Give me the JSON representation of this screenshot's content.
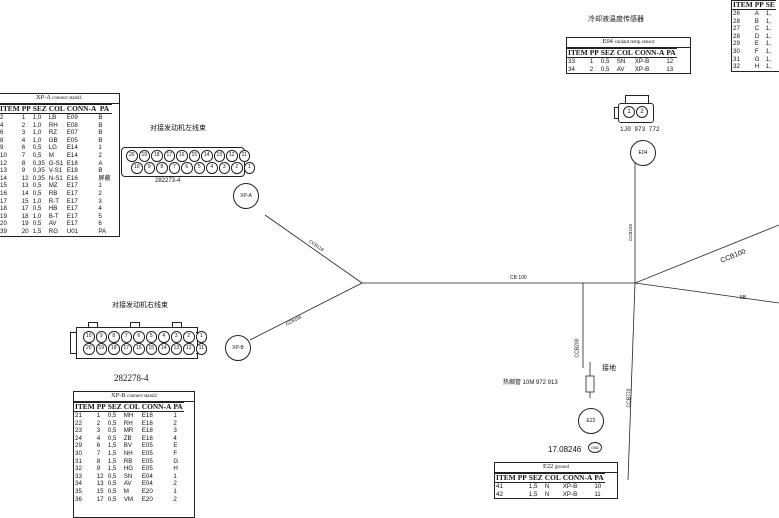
{
  "labels": {
    "coolant_title": "冷却液温度传感器",
    "left_harness": "对接发动机左线束",
    "right_harness": "对接发动机右线束",
    "ground": "接地",
    "part_top": "282273-4",
    "part_bottom": "282278-4",
    "cable_part": "热缩管 10M 972 913",
    "doc_id": "17.08246",
    "sensor_part": "1J0 973 772",
    "xpa_circle": "XP-A",
    "xpb_circle": "XP-B",
    "e04_circle": "E04",
    "e22_circle": "E22",
    "wire_cc100": "CCB100",
    "wire_cb100": "CB 100",
    "wire_5b": "5B",
    "wire_cc200": "CCB200",
    "wire_cc770": "CCB770",
    "wire_e04": "CCB103",
    "wire_xpa": "CCB118",
    "wire_xpb": "CCB108",
    "gnd_icon": "GND"
  },
  "pin_numbers_top": {
    "row1": [
      "20",
      "19",
      "18",
      "17",
      "16",
      "15",
      "14",
      "13",
      "12",
      "11"
    ],
    "row2": [
      "10",
      "9",
      "8",
      "7",
      "6",
      "5",
      "4",
      "3",
      "2",
      "1"
    ]
  },
  "pin_numbers_bottom": {
    "row1": [
      "10",
      "9",
      "8",
      "7",
      "6",
      "5",
      "4",
      "3",
      "2",
      "1"
    ],
    "row2": [
      "20",
      "19",
      "18",
      "17",
      "16",
      "15",
      "14",
      "13",
      "12",
      "11"
    ]
  },
  "sensor_pins": [
    "1",
    "2"
  ],
  "xpa_table": {
    "caption": "XP-A",
    "subcaption": "connect stand1",
    "headers": [
      "ITEM",
      "PP",
      "SEZ",
      "COL",
      "CONN-A",
      "PA"
    ],
    "rows": [
      [
        "2",
        "1",
        "1,0",
        "LB",
        "E09",
        "B"
      ],
      [
        "4",
        "2",
        "1,0",
        "RH",
        "E08",
        "B"
      ],
      [
        "6",
        "3",
        "1,0",
        "RZ",
        "E07",
        "B"
      ],
      [
        "8",
        "4",
        "1,0",
        "GB",
        "E05",
        "B"
      ],
      [
        "9",
        "6",
        "0,5",
        "LG",
        "E14",
        "1"
      ],
      [
        "10",
        "7",
        "0,5",
        "M",
        "E14",
        "2"
      ],
      [
        "12",
        "8",
        "0,35",
        "G-S1",
        "E18",
        "A"
      ],
      [
        "13",
        "9",
        "0,35",
        "V-S1",
        "E18",
        "B"
      ],
      [
        "14",
        "12",
        "0,35",
        "N-S1",
        "E16",
        "屏蔽"
      ],
      [
        "15",
        "13",
        "0,5",
        "MZ",
        "E17",
        "1"
      ],
      [
        "16",
        "14",
        "0,5",
        "RB",
        "E17",
        "2"
      ],
      [
        "17",
        "15",
        "1,0",
        "R-T",
        "E17",
        "3"
      ],
      [
        "18",
        "17",
        "0,5",
        "HB",
        "E17",
        "4"
      ],
      [
        "19",
        "18",
        "1,0",
        "B-T",
        "E17",
        "5"
      ],
      [
        "20",
        "19",
        "0,5",
        "AV",
        "E17",
        "6"
      ],
      [
        "39",
        "20",
        "1,5",
        "RG",
        "U01",
        "PA"
      ]
    ]
  },
  "xpb_table": {
    "caption": "XP-B",
    "subcaption": "connect stand2",
    "headers": [
      "ITEM",
      "PP",
      "SEZ",
      "COL",
      "CONN-A",
      "PA"
    ],
    "rows": [
      [
        "21",
        "1",
        "0,5",
        "MH",
        "E18",
        "1"
      ],
      [
        "22",
        "2",
        "0,5",
        "RH",
        "E18",
        "2"
      ],
      [
        "23",
        "3",
        "0,5",
        "MR",
        "E18",
        "3"
      ],
      [
        "24",
        "4",
        "0,5",
        "ZB",
        "E18",
        "4"
      ],
      [
        "29",
        "6",
        "1,5",
        "BV",
        "E05",
        "E"
      ],
      [
        "30",
        "7",
        "1,5",
        "NH",
        "E05",
        "F"
      ],
      [
        "31",
        "8",
        "1,5",
        "RB",
        "E05",
        "G"
      ],
      [
        "32",
        "9",
        "1,5",
        "HG",
        "E05",
        "H"
      ],
      [
        "33",
        "12",
        "0,5",
        "SN",
        "E04",
        "1"
      ],
      [
        "34",
        "13",
        "0,5",
        "AV",
        "E04",
        "2"
      ],
      [
        "35",
        "15",
        "0,5",
        "M",
        "E20",
        "1"
      ],
      [
        "36",
        "17",
        "0,5",
        "VM",
        "E20",
        "2"
      ]
    ]
  },
  "e04_table": {
    "caption": "E04",
    "subcaption": "coolant temp sensor",
    "headers": [
      "ITEM",
      "PP",
      "SEZ",
      "COL",
      "CONN-A",
      "PA"
    ],
    "rows": [
      [
        "33",
        "1",
        "0,5",
        "SN",
        "XP-B",
        "12"
      ],
      [
        "34",
        "2",
        "0,5",
        "AV",
        "XP-B",
        "13"
      ]
    ]
  },
  "e22_table": {
    "caption": "E22",
    "subcaption": "ground",
    "headers": [
      "ITEM",
      "PP",
      "SEZ",
      "COL",
      "CONN-A",
      "PA"
    ],
    "rows": [
      [
        "41",
        "",
        "1,5",
        "N",
        "XP-B",
        "10"
      ],
      [
        "42",
        "",
        "1,5",
        "N",
        "XP-B",
        "11"
      ]
    ]
  },
  "right_table": {
    "headers": [
      "ITEM",
      "PP",
      "SE"
    ],
    "rows": [
      [
        "26",
        "A",
        "1,"
      ],
      [
        "28",
        "B",
        "1,"
      ],
      [
        "27",
        "C",
        "1,"
      ],
      [
        "28",
        "D",
        "1,"
      ],
      [
        "29",
        "E",
        "1,"
      ],
      [
        "30",
        "F",
        "1,"
      ],
      [
        "31",
        "G",
        "1,"
      ],
      [
        "32",
        "H",
        "1,"
      ]
    ]
  }
}
